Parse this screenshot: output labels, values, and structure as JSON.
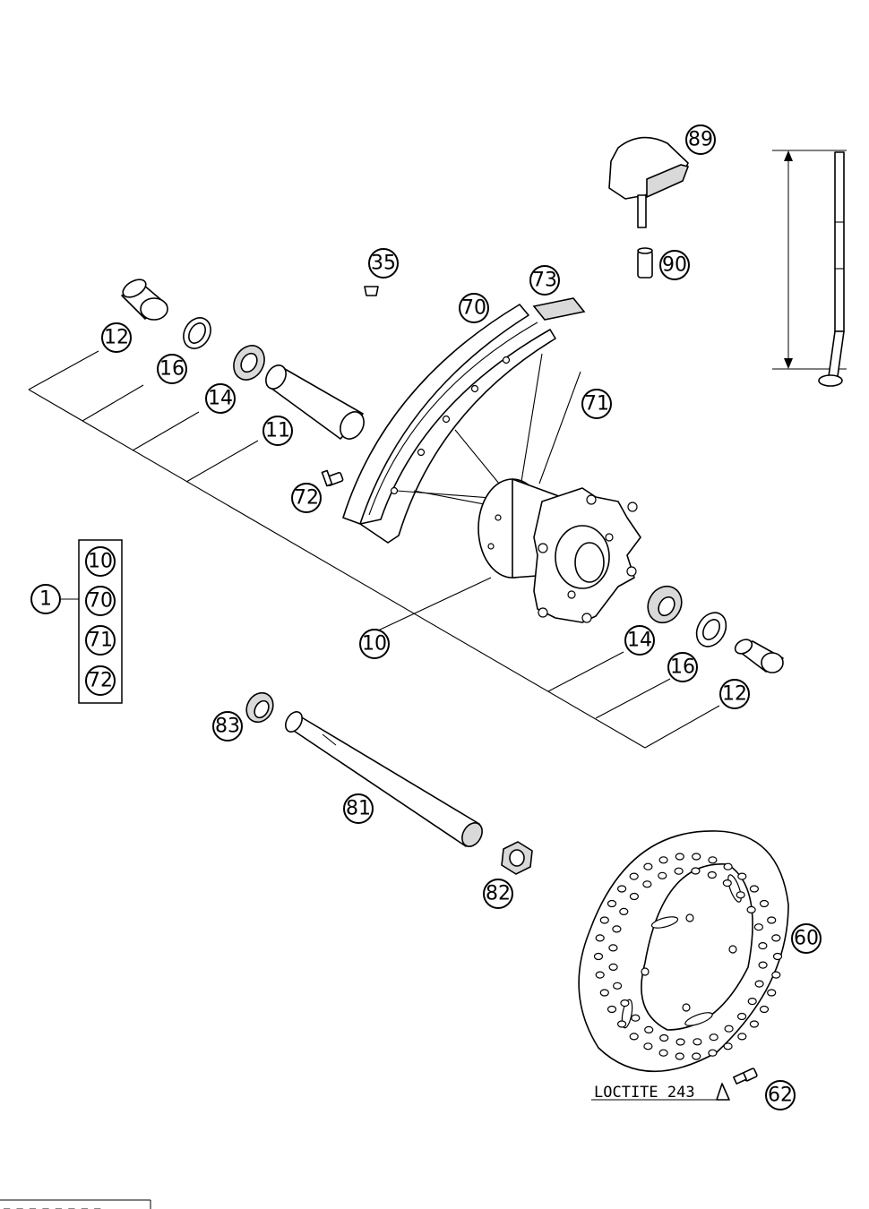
{
  "callouts": {
    "c89": "89",
    "c90": "90",
    "c35": "35",
    "c73": "73",
    "c70": "70",
    "c71": "71",
    "c12a": "12",
    "c16a": "16",
    "c14a": "14",
    "c11": "11",
    "c72": "72",
    "c1": "1",
    "c10": "10",
    "c14b": "14",
    "c16b": "16",
    "c12b": "12",
    "c83": "83",
    "c81": "81",
    "c82": "82",
    "c60": "60",
    "c62": "62"
  },
  "kit_items": [
    "10",
    "70",
    "71",
    "72"
  ],
  "loctite_label": "LOCTITE 243",
  "footer_code": "_ _  _ _ _  _ _  _"
}
